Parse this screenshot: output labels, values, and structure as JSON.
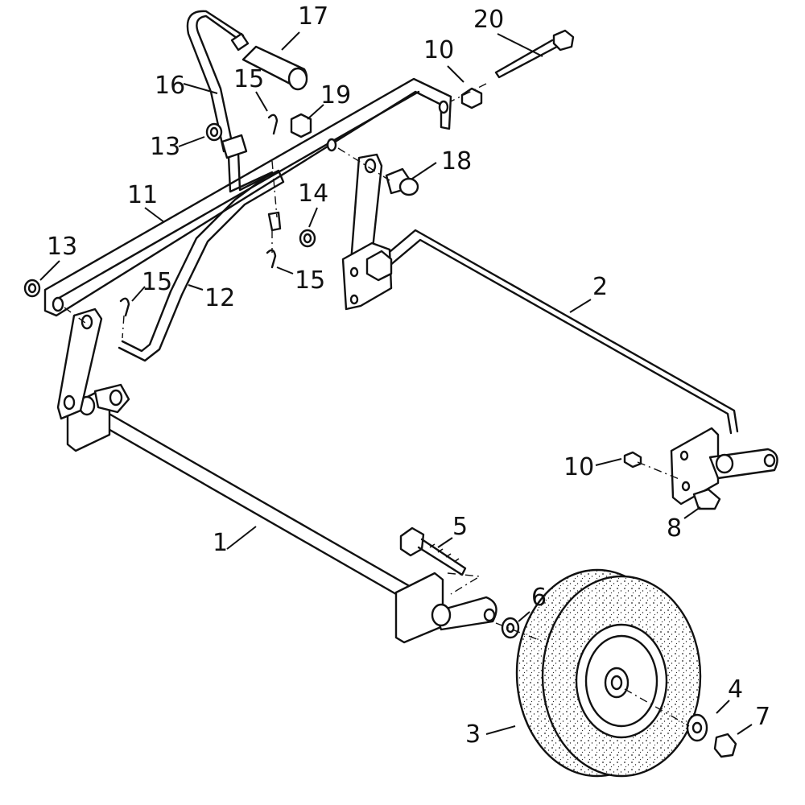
{
  "parts": [
    {
      "id": "1",
      "label": "1"
    },
    {
      "id": "2",
      "label": "2"
    },
    {
      "id": "3",
      "label": "3"
    },
    {
      "id": "4",
      "label": "4"
    },
    {
      "id": "5",
      "label": "5"
    },
    {
      "id": "6",
      "label": "6"
    },
    {
      "id": "7",
      "label": "7"
    },
    {
      "id": "8",
      "label": "8"
    },
    {
      "id": "10a",
      "label": "10"
    },
    {
      "id": "10b",
      "label": "10"
    },
    {
      "id": "11",
      "label": "11"
    },
    {
      "id": "12",
      "label": "12"
    },
    {
      "id": "13a",
      "label": "13"
    },
    {
      "id": "13b",
      "label": "13"
    },
    {
      "id": "14",
      "label": "14"
    },
    {
      "id": "15a",
      "label": "15"
    },
    {
      "id": "15b",
      "label": "15"
    },
    {
      "id": "15c",
      "label": "15"
    },
    {
      "id": "16",
      "label": "16"
    },
    {
      "id": "17",
      "label": "17"
    },
    {
      "id": "18",
      "label": "18"
    },
    {
      "id": "19",
      "label": "19"
    },
    {
      "id": "20",
      "label": "20"
    }
  ]
}
